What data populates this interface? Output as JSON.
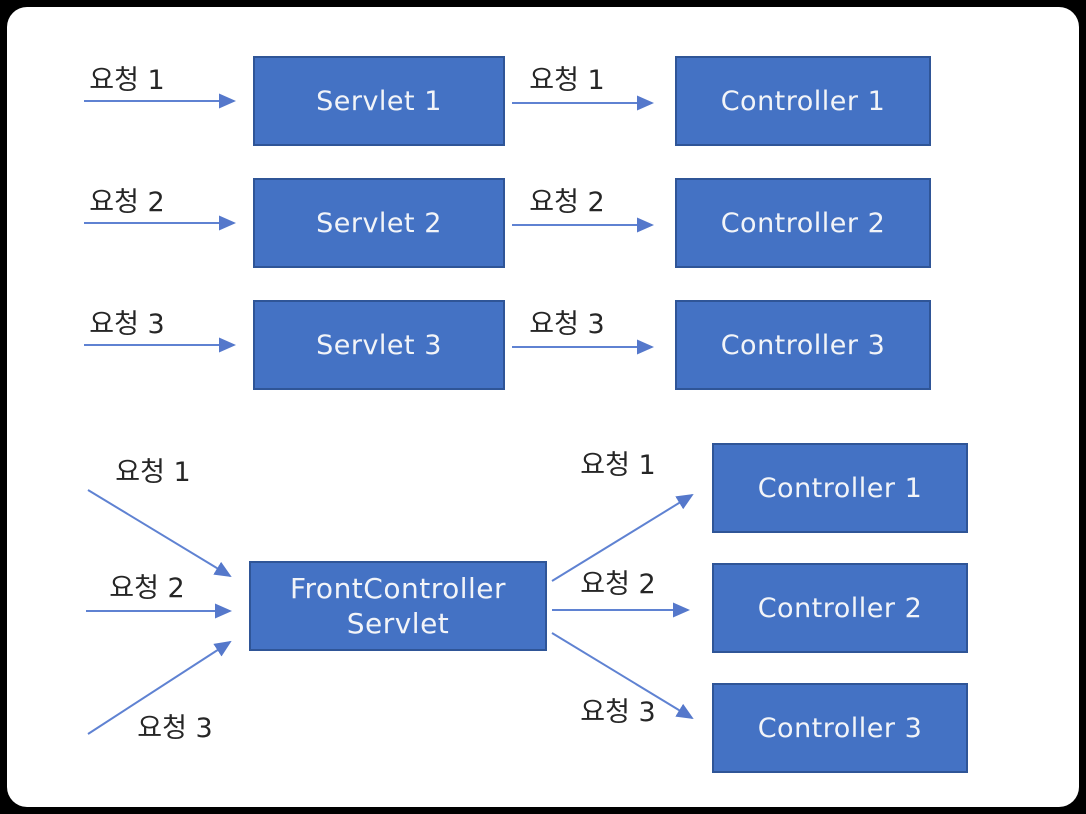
{
  "colors": {
    "frame_bg": "#000000",
    "canvas_bg": "#ffffff",
    "box_fill": "#4472c4",
    "box_border": "#2f5597",
    "box_text": "#f2f4f8",
    "arrow": "#5f82d2",
    "label_text": "#262626"
  },
  "top_diagram": {
    "rows": [
      {
        "request_in": "요청 1",
        "servlet": "Servlet 1",
        "request_out": "요청 1",
        "controller": "Controller 1"
      },
      {
        "request_in": "요청 2",
        "servlet": "Servlet 2",
        "request_out": "요청 2",
        "controller": "Controller 2"
      },
      {
        "request_in": "요청 3",
        "servlet": "Servlet 3",
        "request_out": "요청 3",
        "controller": "Controller 3"
      }
    ]
  },
  "bottom_diagram": {
    "incoming": [
      "요청 1",
      "요청 2",
      "요청 3"
    ],
    "front_controller": {
      "line1": "FrontController",
      "line2": "Servlet"
    },
    "outgoing": [
      "요청 1",
      "요청 2",
      "요청 3"
    ],
    "controllers": [
      "Controller 1",
      "Controller 2",
      "Controller 3"
    ]
  }
}
